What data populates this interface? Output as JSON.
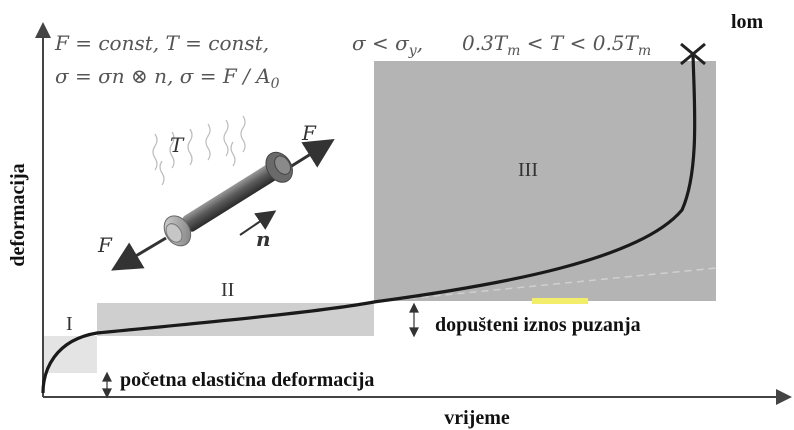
{
  "formula": {
    "line1": "F = const,   T = const,",
    "cond": "σ < σ",
    "cond_sub": "y",
    "range_pre": "0.3T",
    "range_m1": "m",
    "range_mid": " < T < 0.5T",
    "range_m2": "m",
    "line2": "σ = σn ⊗ n,  σ = F / A",
    "line2_sub": "0"
  },
  "labels": {
    "failure": "lom",
    "y_axis": "deformacija",
    "x_axis": "vrijeme",
    "region_1": "I",
    "region_2": "II",
    "region_3": "III",
    "allowed_creep": "dopušteni iznos puzanja",
    "initial_elastic": "početna elastična deformacija"
  },
  "specimen": {
    "temperature": "T",
    "force_upper": "F",
    "force_lower": "F",
    "normal": "n"
  },
  "colors": {
    "region_3_fill": "#b4b4b4",
    "region_2_fill": "#cfcfcf",
    "region_1_fill": "#e4e4e4",
    "curve": "#1a1a1a",
    "highlight": "#f2ee6a"
  }
}
